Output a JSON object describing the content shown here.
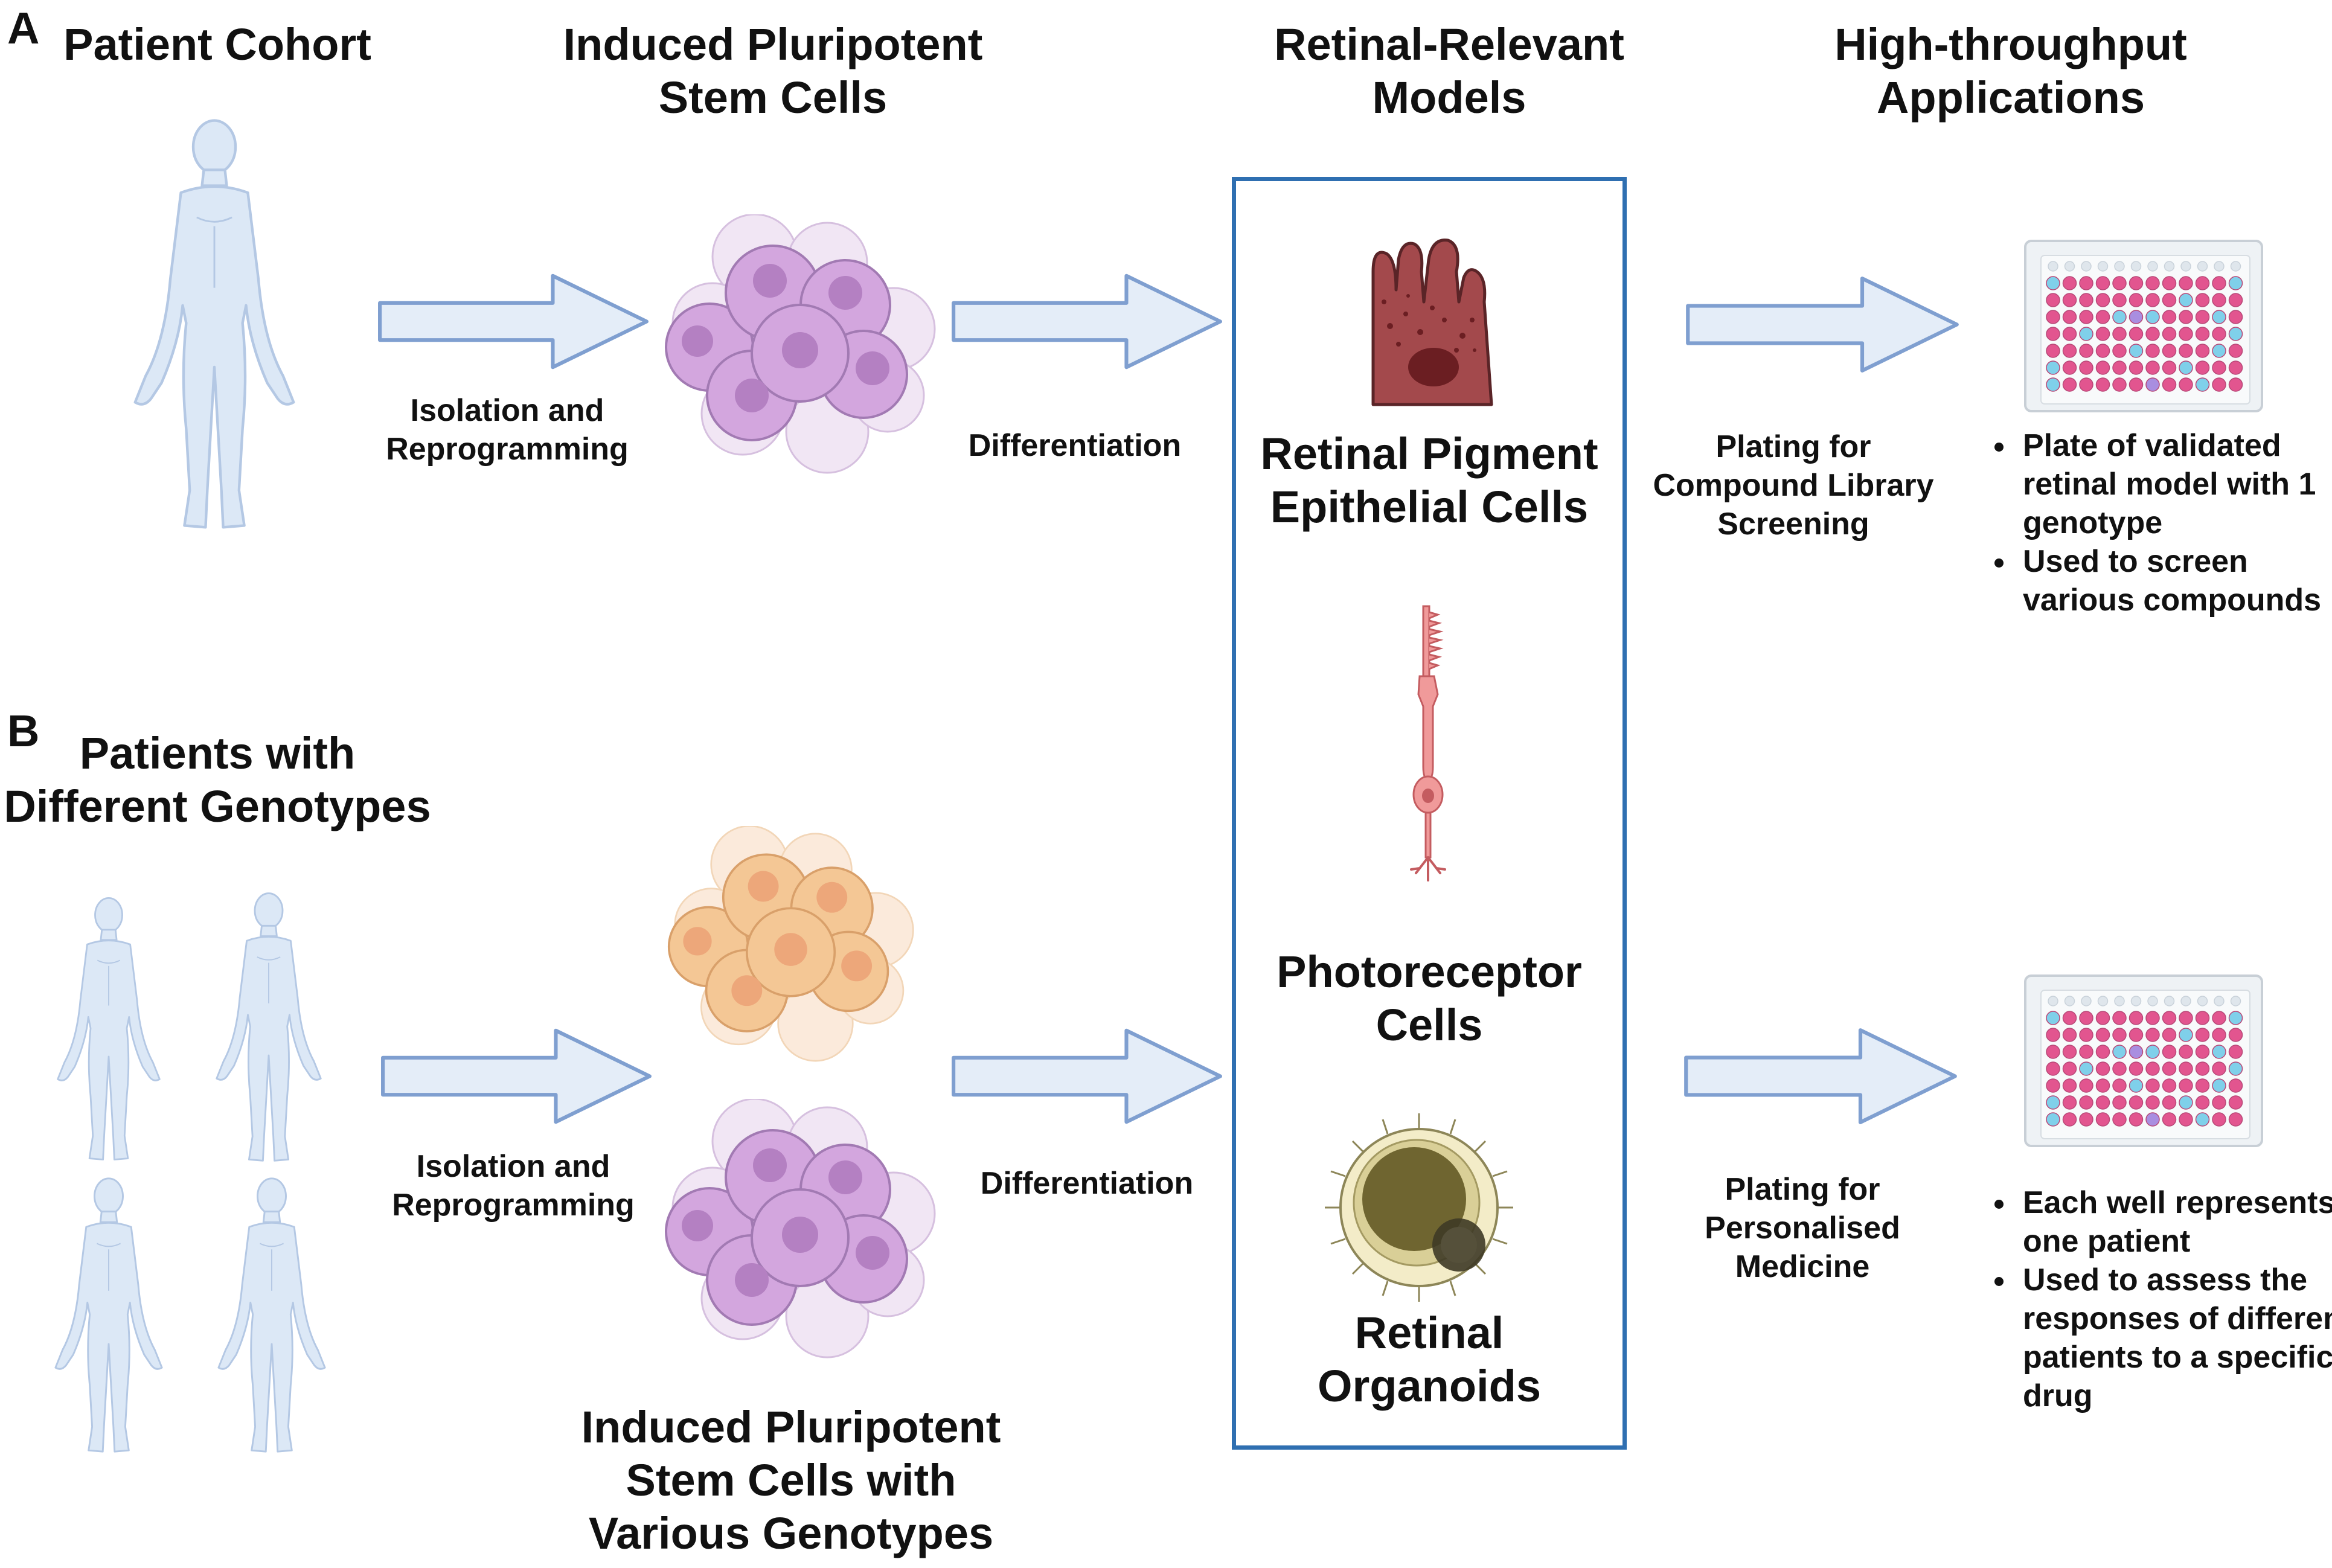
{
  "panels": {
    "a": "A",
    "b": "B"
  },
  "headings": {
    "patient_cohort": "Patient Cohort",
    "ipsc": "Induced Pluripotent\nStem Cells",
    "retinal_models": "Retinal-Relevant\nModels",
    "hts": "High-throughput\nApplications",
    "patients_genotypes": "Patients with\nDifferent Genotypes",
    "ipsc_genotypes": "Induced Pluripotent\nStem Cells with\nVarious Genotypes"
  },
  "arrows": {
    "a_isolation": "Isolation and\nReprogramming",
    "a_differentiation": "Differentiation",
    "a_plating": "Plating for\nCompound Library\nScreening",
    "b_isolation": "Isolation and\nReprogramming",
    "b_differentiation": "Differentiation",
    "b_plating": "Plating for\nPersonalised\nMedicine"
  },
  "models": {
    "rpe": "Retinal Pigment\nEpithelial Cells",
    "photoreceptor": "Photoreceptor\nCells",
    "organoids": "Retinal\nOrganoids"
  },
  "applications": {
    "a_bullets": [
      "Plate of validated retinal model with 1 genotype",
      "Used to screen various compounds"
    ],
    "b_bullets": [
      "Each well represents one patient",
      "Used to assess the responses of different patients to a specific drug"
    ]
  },
  "icons": [
    "human-figure-icon",
    "ipsc-colony-icon",
    "rpe-cell-icon",
    "photoreceptor-cell-icon",
    "retinal-organoid-icon",
    "well-plate-icon",
    "right-arrow-icon"
  ],
  "colors": {
    "arrow_fill": "#e4edf8",
    "arrow_stroke": "#7f9fd0",
    "human_fill": "#dce8f6",
    "human_stroke": "#b4c8e4",
    "ipsc_purple": "#c99ad6",
    "ipsc_orange": "#f3c28f",
    "box_border": "#2f6fb1",
    "well_pink": "#e2558f",
    "well_blue": "#7fd0ea",
    "well_violet": "#a98ee0"
  }
}
